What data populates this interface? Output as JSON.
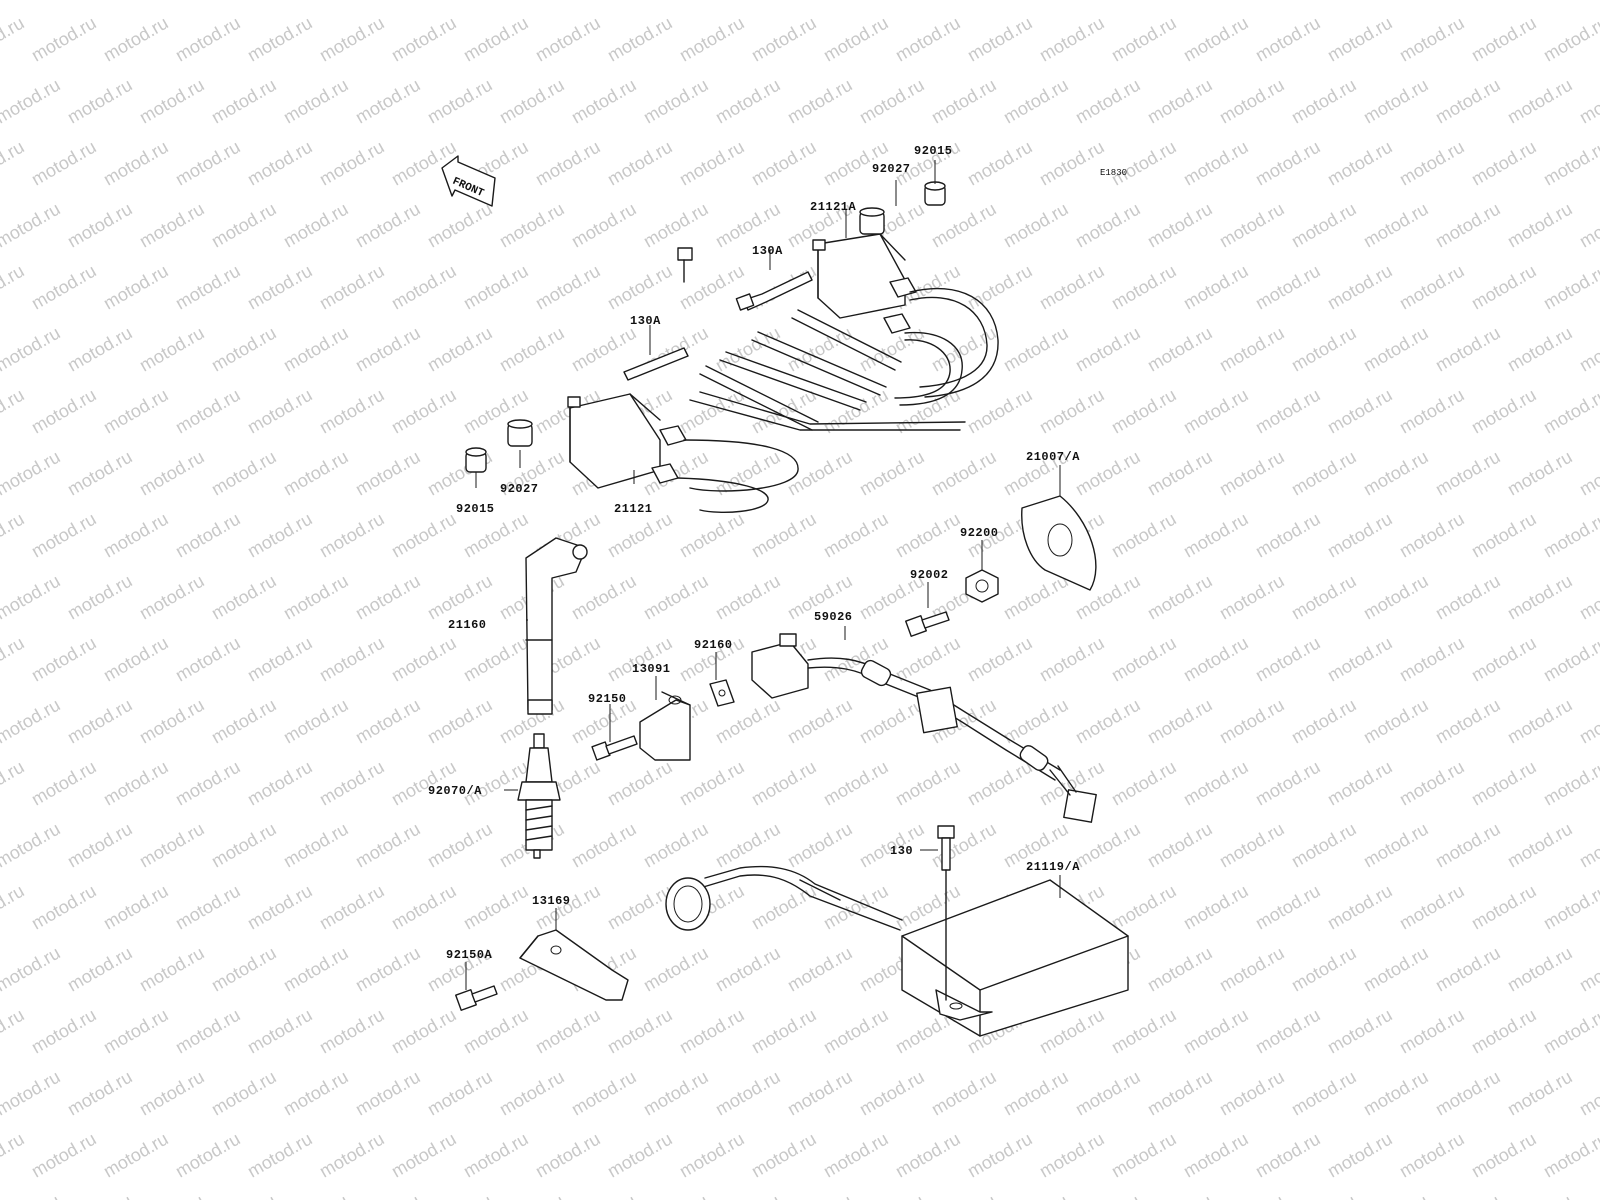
{
  "figure_code": "E1830",
  "watermark": "motod.ru",
  "front_label": "FRONT",
  "parts": [
    {
      "id": "92015-top",
      "label": "92015"
    },
    {
      "id": "92027-top",
      "label": "92027"
    },
    {
      "id": "21121A",
      "label": "21121A"
    },
    {
      "id": "130A-upper",
      "label": "130A"
    },
    {
      "id": "130A-lower",
      "label": "130A"
    },
    {
      "id": "92027-left",
      "label": "92027"
    },
    {
      "id": "92015-left",
      "label": "92015"
    },
    {
      "id": "21121",
      "label": "21121"
    },
    {
      "id": "21007A",
      "label": "21007/A"
    },
    {
      "id": "92200",
      "label": "92200"
    },
    {
      "id": "92002",
      "label": "92002"
    },
    {
      "id": "21160",
      "label": "21160"
    },
    {
      "id": "59026",
      "label": "59026"
    },
    {
      "id": "92160",
      "label": "92160"
    },
    {
      "id": "13091",
      "label": "13091"
    },
    {
      "id": "92150",
      "label": "92150"
    },
    {
      "id": "92070A",
      "label": "92070/A"
    },
    {
      "id": "130",
      "label": "130"
    },
    {
      "id": "21119A",
      "label": "21119/A"
    },
    {
      "id": "13169",
      "label": "13169"
    },
    {
      "id": "92150A",
      "label": "92150A"
    }
  ]
}
